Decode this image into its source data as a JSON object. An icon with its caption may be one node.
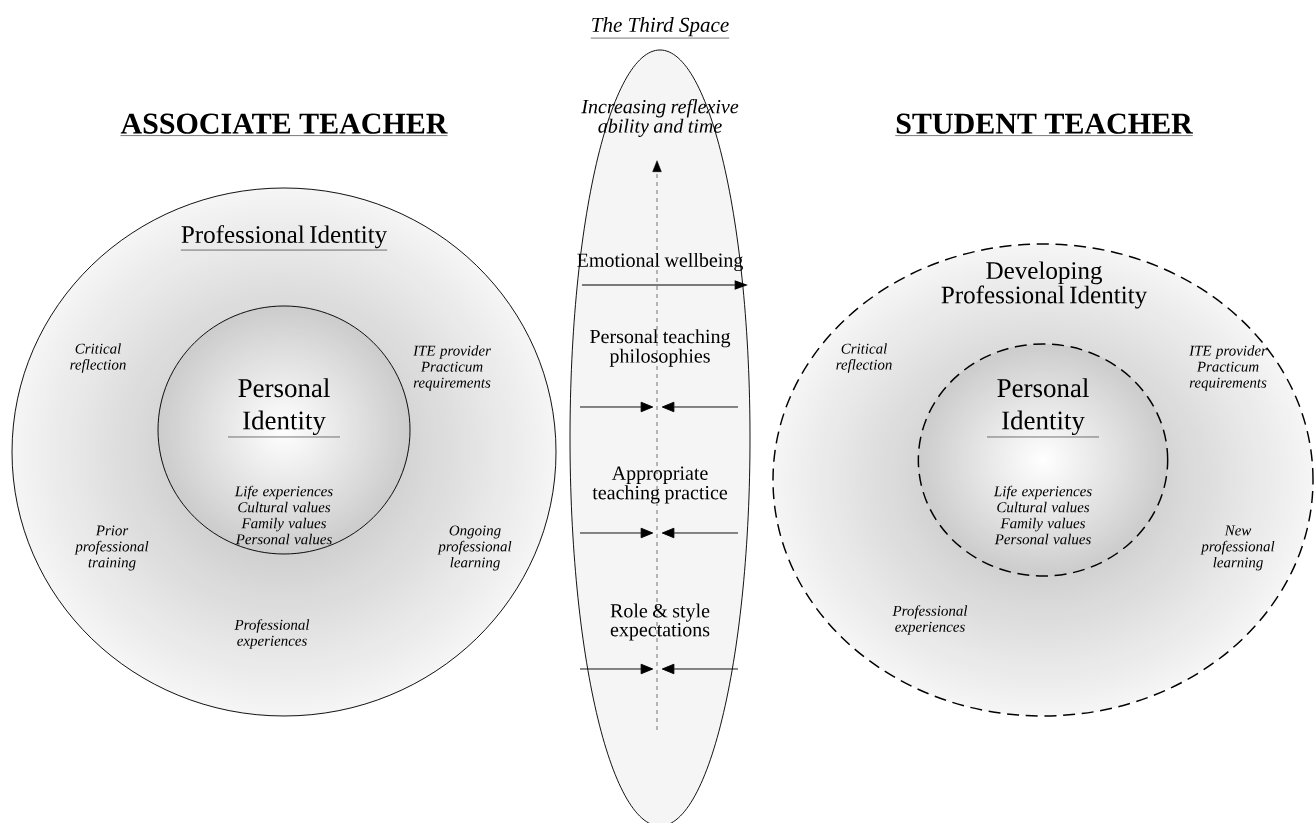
{
  "diagram": {
    "title": "The Third Space",
    "nodes": [
      {
        "text": [
          "Professional Identity",
          "Critical reflection",
          "ITE provider Practicum requirements",
          "Prior professional training",
          "Ongoing professional learning",
          "Professional experiences"
        ]
      },
      {
        "text": [
          "Personal Identity",
          "Life experiences Cultural values Family values Personal values"
        ],
        "in": 0
      },
      {
        "text": [
          "Increasing reflexive ability and time",
          "Emotional wellbeing",
          "Personal teaching philosophies",
          "Appropriate teaching practice",
          "Role & style expectations"
        ]
      },
      {
        "text": [
          "Developing Professional Identity",
          "Critical reflection",
          "ITE provider Practicum requirements",
          "New professional learning",
          "Professional experiences"
        ]
      },
      {
        "text": [
          "Personal Identity",
          "Life experiences Cultural values Family values Personal values"
        ],
        "in": 3
      }
    ],
    "labels": [
      "ASSOCIATE TEACHER",
      "STUDENT TEACHER"
    ]
  }
}
